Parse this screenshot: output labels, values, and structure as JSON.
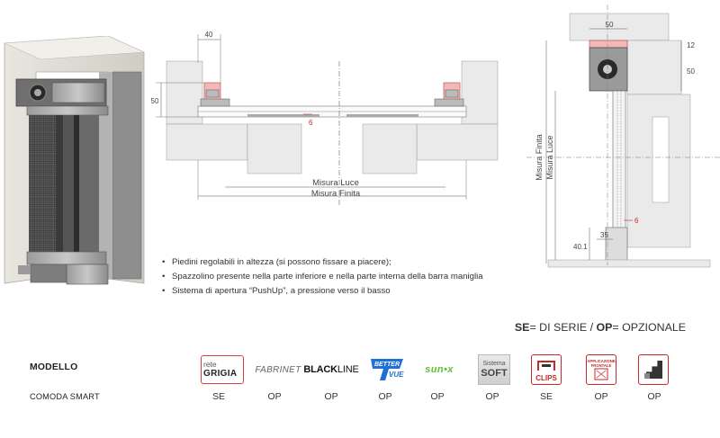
{
  "drawing_h": {
    "dim_40": "40",
    "dim_50": "50",
    "dim_6": "6",
    "misura_luce": "Misura Luce",
    "misura_finita": "Misura Finita"
  },
  "drawing_v": {
    "dim_50": "50",
    "dim_12": "12",
    "dim_50b": "50",
    "misura_finita": "Misura Finita",
    "misura_luce": "Misura Luce",
    "dim_6": "6",
    "dim_35": "35",
    "dim_40_1": "40.1"
  },
  "features": [
    "Piedini regolabili in altezza (si possono fissare a piacere);",
    "Spazzolino presente nella parte inferiore e nella parte interna della barra maniglia",
    "Sistema di apertura “PushUp”, a pressione verso il basso"
  ],
  "legend": {
    "se_code": "SE",
    "se_text": "= DI SERIE / ",
    "op_code": "OP",
    "op_text": "= OPZIONALE"
  },
  "table": {
    "header": "MODELLO",
    "model": "COMODA SMART",
    "options": [
      {
        "logo": "rete-grigia",
        "line1": "rete",
        "line2": "GRIGIA",
        "value": "SE"
      },
      {
        "logo": "fabrinet",
        "text": "FABRINET",
        "value": "OP"
      },
      {
        "logo": "blackline",
        "text_bold": "BLACK",
        "text_normal": "LINE",
        "value": "OP"
      },
      {
        "logo": "better-vue",
        "line1": "BETTER",
        "line2": "VUE",
        "value": "OP"
      },
      {
        "logo": "sunox",
        "text": "sun•x",
        "value": "OP"
      },
      {
        "logo": "sistema-soft",
        "line1": "Sistema",
        "line2": "SOFT",
        "value": "OP"
      },
      {
        "logo": "clips",
        "text": "CLIPS",
        "value": "SE"
      },
      {
        "logo": "applicazione-frontale",
        "line1": "APPLICAZIONE",
        "line2": "FRONTALE",
        "value": "OP"
      },
      {
        "logo": "stair-profile",
        "value": "OP"
      }
    ]
  },
  "colors": {
    "accent_red": "#c62828",
    "sunox_green": "#5fbf3a",
    "wall_fill": "#e6e6e6",
    "line": "#555555"
  }
}
